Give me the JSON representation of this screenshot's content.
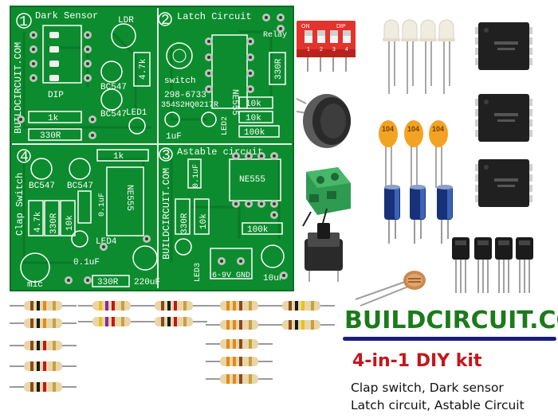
{
  "pcb": {
    "modules": [
      {
        "number": "1",
        "title": "Dark Sensor"
      },
      {
        "number": "2",
        "title": "Latch Circuit"
      },
      {
        "number": "4",
        "title": "Clap Switch"
      },
      {
        "number": "3",
        "title": "Astable circuit"
      }
    ],
    "labels": {
      "ldr": "LDR",
      "dip": "DIP",
      "bc547": "BC547",
      "led1": "LED1",
      "led2": "LED2",
      "led3": "LED3",
      "led4": "LED4",
      "ne555": "NE555",
      "ohm_1k": "1k",
      "ohm_4k7": "4.7k",
      "ohm_10k": "10k",
      "ohm_100k": "100k",
      "ohm_330": "330R",
      "cap_1uf": "1uF",
      "cap_01uf": "0.1uF",
      "cap_10uf": "10uF",
      "cap_220uf": "220uF",
      "relay": "Relay",
      "switch": "switch",
      "mic": "mic",
      "power": "6-9V",
      "gnd": "GND",
      "part_code_1": "298-6733",
      "part_code_2": "354S2HQ0217R",
      "board_site": "BUILDCIRCUIT.COM"
    }
  },
  "components": {
    "dip_switch_labels": {
      "on": "ON",
      "dip": "DIP",
      "numbers": [
        "1",
        "2",
        "3",
        "4"
      ]
    },
    "ceramic_caps": [
      "104",
      "104",
      "104"
    ]
  },
  "branding": {
    "site": "BUILDCIRCUIT.COM",
    "kit_title": "4-in-1 DIY kit",
    "description": [
      "Clap switch, Dark sensor",
      "Latch circuit, Astable Circuit"
    ]
  },
  "colors": {
    "pcb_green": "#0c8c2e",
    "brand_green": "#1c7a1c",
    "title_red": "#c4161c",
    "underline_navy": "#1a1e7a"
  }
}
